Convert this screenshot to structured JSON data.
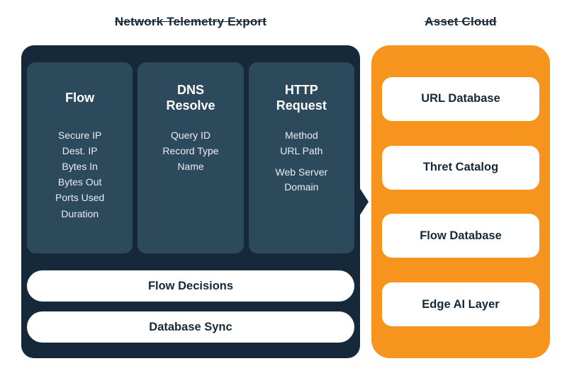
{
  "left_panel": {
    "title": "Network Telemetry Export",
    "columns": [
      {
        "title": "Flow",
        "items": [
          "Secure IP",
          "Dest. IP",
          "Bytes In",
          "Bytes Out",
          "Ports Used",
          "Duration"
        ]
      },
      {
        "title": "DNS Resolve",
        "items": [
          "Query ID",
          "Record Type",
          "Name"
        ]
      },
      {
        "title": "HTTP Request",
        "items": [
          "Method",
          "URL Path",
          "Web Server Domain"
        ]
      }
    ],
    "bars": [
      {
        "label": "Flow Decisions"
      },
      {
        "label": "Database Sync"
      }
    ]
  },
  "right_panel": {
    "title": "Asset Cloud",
    "cards": [
      {
        "label": "URL Database"
      },
      {
        "label": "Thret Catalog"
      },
      {
        "label": "Flow Database"
      },
      {
        "label": "Edge AI Layer"
      }
    ]
  },
  "colors": {
    "navy": "#16293b",
    "column_navy": "#2d495c",
    "orange": "#f7941d",
    "white": "#ffffff"
  }
}
